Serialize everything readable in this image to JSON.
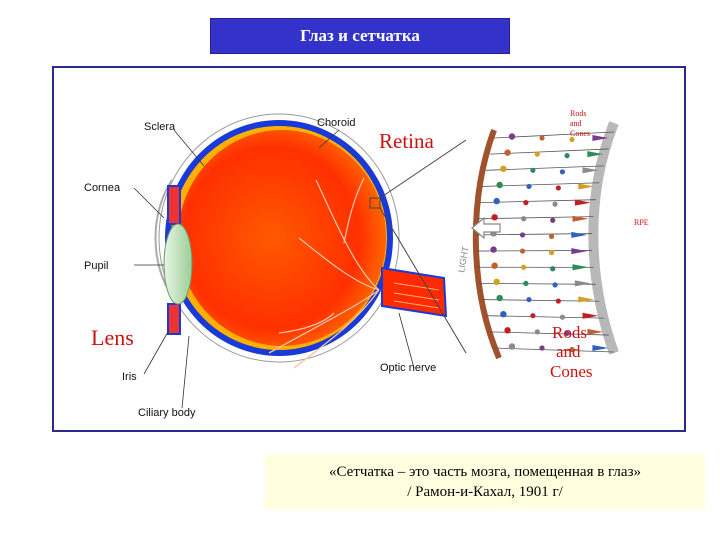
{
  "title": "Глаз и сетчатка",
  "diagram": {
    "labels": {
      "sclera": "Sclera",
      "choroid": "Choroid",
      "retina": "Retina",
      "cornea": "Cornea",
      "pupil": "Pupil",
      "lens": "Lens",
      "iris": "Iris",
      "optic_nerve": "Optic nerve",
      "ciliary_body": "Ciliary body",
      "light": "LIGHT",
      "rpe": "RPE",
      "rods_cones_small": [
        "Rods",
        "and",
        "Cones"
      ],
      "rods_cones_large": [
        "Rods",
        "and",
        "Cones"
      ]
    },
    "colors": {
      "eyeball": "#ff3a00",
      "eye_edge": "#ffcc00",
      "choroid_blue": "#1a3ad8",
      "sclera": "#ffffff",
      "lens": "#c8e6c2",
      "label_red": "#cc1111"
    }
  },
  "quote": {
    "line1": "«Сетчатка – это часть мозга, помещенная в глаз»",
    "line2": "/ Рамон-и-Кахал, 1901 г/"
  }
}
